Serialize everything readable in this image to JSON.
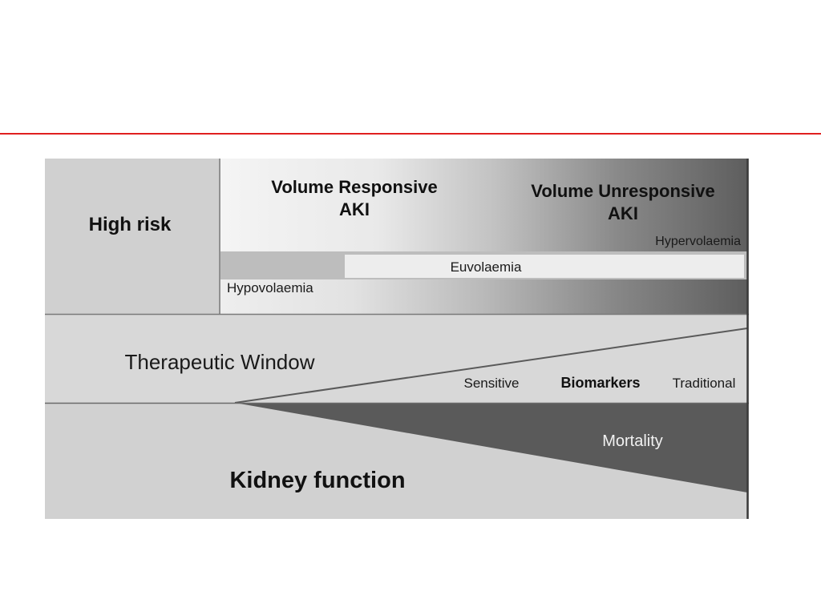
{
  "colors": {
    "accent_rule": "#e01f1f",
    "panel": "#d3d3d3",
    "band_dark": "#5e5e5e",
    "euvol_band": "#ededed",
    "triangle": "#5a5a5a",
    "outline": "#7a7a7a"
  },
  "high_risk": "High risk",
  "volume_responsive": {
    "line1": "Volume Responsive",
    "line2": "AKI"
  },
  "volume_unresponsive": {
    "line1": "Volume Unresponsive",
    "line2": "AKI"
  },
  "volume_states": {
    "hypervolaemia": "Hypervolaemia",
    "euvolaemia": "Euvolaemia",
    "hypovolaemia": "Hypovolaemia"
  },
  "therapeutic_window": "Therapeutic Window",
  "biomarkers": {
    "sensitive": "Sensitive",
    "title": "Biomarkers",
    "traditional": "Traditional"
  },
  "mortality": "Mortality",
  "kidney_function": "Kidney function"
}
